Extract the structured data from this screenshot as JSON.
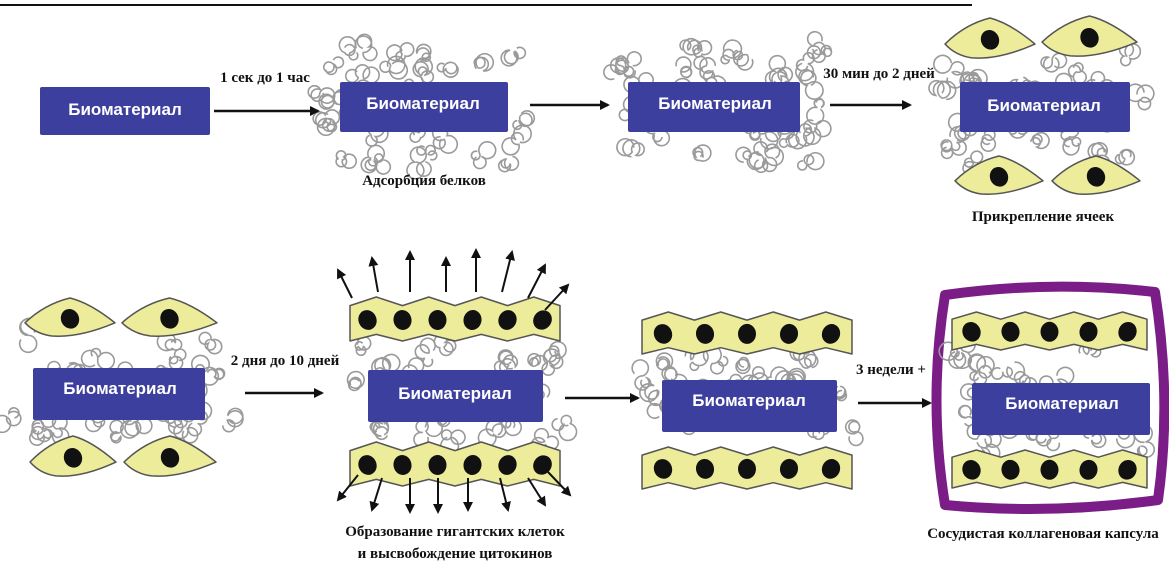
{
  "colors": {
    "biomaterial": "#3c3f9e",
    "cell_fill": "#ecec9a",
    "cell_stroke": "#555555",
    "nucleus": "#111111",
    "protein_coil": "#9a9a9a",
    "capsule": "#7a1d86",
    "arrow": "#111111"
  },
  "biomaterial_label": "Биоматериал",
  "steps": {
    "s1": "1 сек до 1 час",
    "s3": "30 мин до 2 дней",
    "s4": "2 дня до 10 дней",
    "s6": "3 недели +"
  },
  "captions": {
    "adsorption": "Адсорбция белков",
    "attachment": "Прикрепление ячеек",
    "giant_cells_line1": "Образование гигантских клеток",
    "giant_cells_line2": "и высвобождение цитокинов",
    "capsule": "Сосудистая коллагеновая капсула"
  }
}
